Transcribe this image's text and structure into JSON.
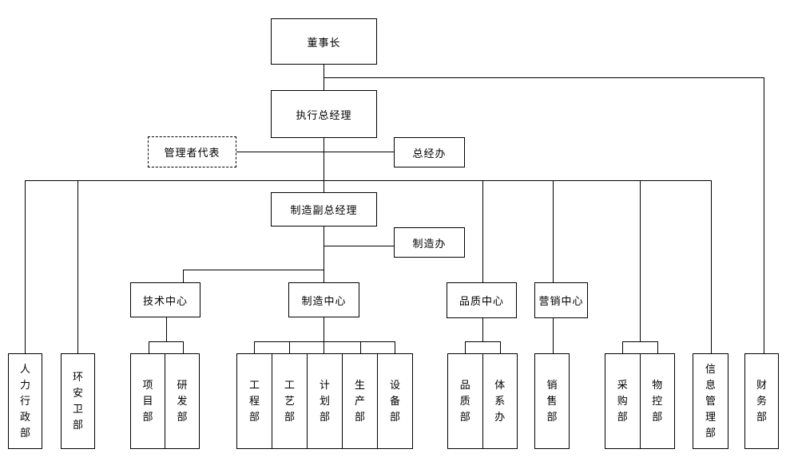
{
  "diagram_type": "org-chart",
  "nodes": {
    "chairman": "董事长",
    "executive_gm": "执行总经理",
    "management_rep": "管理者代表",
    "gm_office": "总经办",
    "mfg_deputy_gm": "制造副总经理",
    "mfg_office": "制造办",
    "tech_center": "技术中心",
    "mfg_center": "制造中心",
    "quality_center": "品质中心",
    "marketing_center": "营销中心",
    "hr_admin_dept": "人力行政部",
    "ehs_dept": "环安卫部",
    "project_dept": "项目部",
    "rd_dept": "研发部",
    "engineering_dept": "工程部",
    "process_dept": "工艺部",
    "planning_dept": "计划部",
    "production_dept": "生产部",
    "equipment_dept": "设备部",
    "quality_dept": "品质部",
    "system_office": "体系办",
    "sales_dept": "销售部",
    "purchasing_dept": "采购部",
    "material_control_dept": "物控部",
    "info_mgmt_dept": "信息管理部",
    "finance_dept": "财务部"
  },
  "colors": {
    "line": "#000000",
    "background": "#ffffff",
    "text": "#000000"
  }
}
